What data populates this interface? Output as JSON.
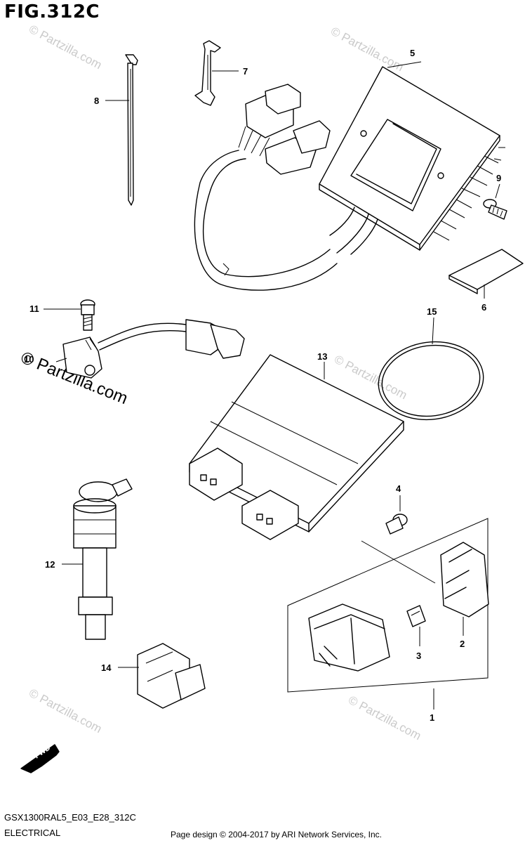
{
  "figure": {
    "title": "FIG.312C"
  },
  "callouts": [
    {
      "id": "1",
      "label": "1"
    },
    {
      "id": "2",
      "label": "2"
    },
    {
      "id": "3",
      "label": "3"
    },
    {
      "id": "4",
      "label": "4"
    },
    {
      "id": "5",
      "label": "5"
    },
    {
      "id": "6",
      "label": "6"
    },
    {
      "id": "7",
      "label": "7"
    },
    {
      "id": "8",
      "label": "8"
    },
    {
      "id": "9",
      "label": "9"
    },
    {
      "id": "10",
      "label": "10"
    },
    {
      "id": "11",
      "label": "11"
    },
    {
      "id": "12",
      "label": "12"
    },
    {
      "id": "13",
      "label": "13"
    },
    {
      "id": "14",
      "label": "14"
    },
    {
      "id": "15",
      "label": "15"
    }
  ],
  "watermark": {
    "text": "© Partzilla.com",
    "large_text": "© Partzilla.com"
  },
  "badge": {
    "label": "FWD"
  },
  "footer": {
    "code": "GSX1300RAL5_E03_E28_312C",
    "category": "ELECTRICAL",
    "credit": "Page design © 2004-2017 by ARI Network Services, Inc."
  }
}
